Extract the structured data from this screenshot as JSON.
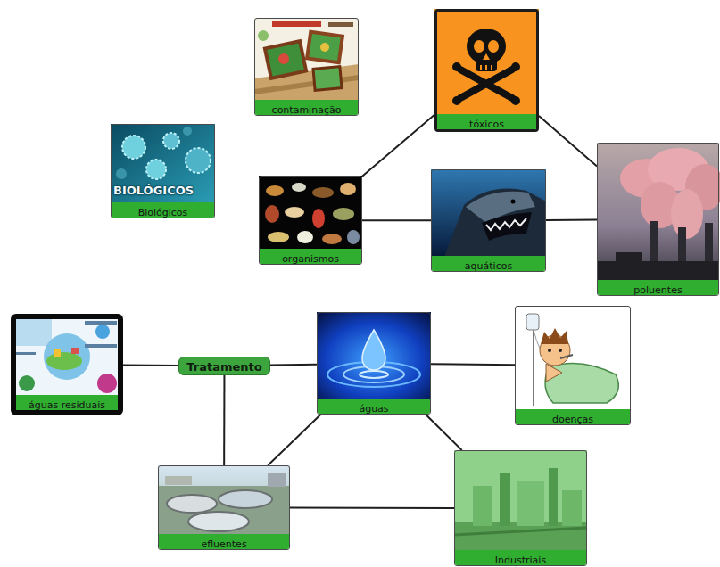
{
  "diagram": {
    "nodes": [
      {
        "text": [
          "contaminação"
        ]
      },
      {
        "text": [
          "tóxicos"
        ]
      },
      {
        "text": [
          "Biológicos"
        ]
      },
      {
        "text": [
          "organismos"
        ]
      },
      {
        "text": [
          "aquáticos"
        ]
      },
      {
        "text": [
          "poluentes"
        ]
      },
      {
        "text": [
          "águas residuais"
        ]
      },
      {
        "text": [
          "Tratamento"
        ]
      },
      {
        "text": [
          "águas"
        ]
      },
      {
        "text": [
          "doenças"
        ]
      },
      {
        "text": [
          "efluentes"
        ]
      },
      {
        "text": [
          "Industriais"
        ]
      }
    ],
    "edges": [
      {
        "from": 1,
        "to": 3,
        "arrow": "none"
      },
      {
        "from": 1,
        "to": 5,
        "arrow": "none"
      },
      {
        "from": 3,
        "to": 4,
        "arrow": "none"
      },
      {
        "from": 4,
        "to": 5,
        "arrow": "none"
      },
      {
        "from": 6,
        "to": 7,
        "arrow": "none"
      },
      {
        "from": 7,
        "to": 8,
        "arrow": "none"
      },
      {
        "from": 7,
        "to": 10,
        "arrow": "none"
      },
      {
        "from": 8,
        "to": 9,
        "arrow": "none"
      },
      {
        "from": 8,
        "to": 10,
        "arrow": "none"
      },
      {
        "from": 8,
        "to": 11,
        "arrow": "none"
      },
      {
        "from": 10,
        "to": 11,
        "arrow": "none"
      }
    ],
    "labels": [
      "BIOLÓGICOS"
    ]
  }
}
